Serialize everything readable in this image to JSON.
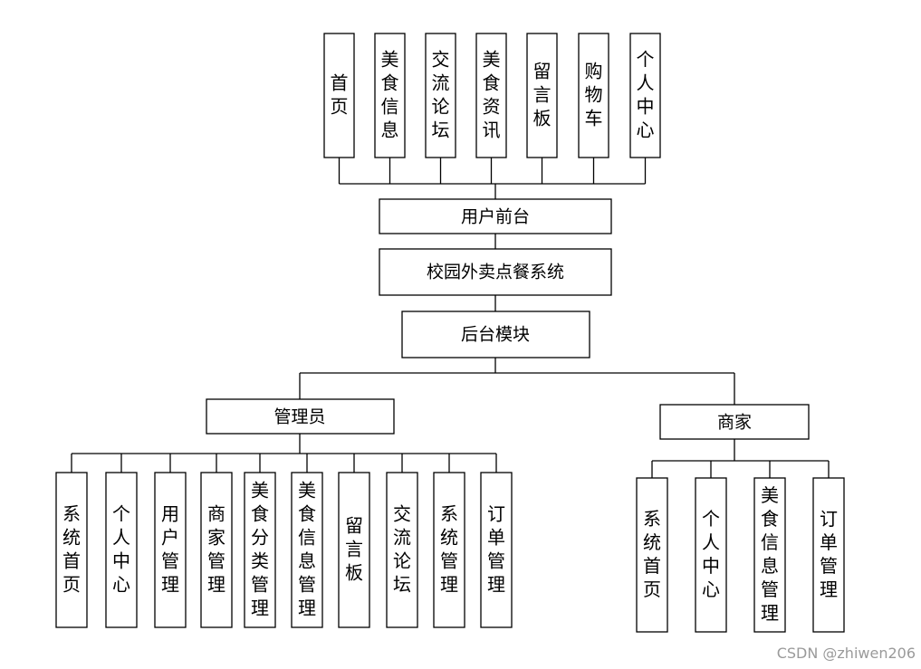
{
  "top_modules": [
    "首页",
    "美食信息",
    "交流论坛",
    "美食资讯",
    "留言板",
    "购物车",
    "个人中心"
  ],
  "user_frontend": "用户前台",
  "system_name": "校园外卖点餐系统",
  "backend": "后台模块",
  "admin": {
    "label": "管理员",
    "modules": [
      "系统首页",
      "个人中心",
      "用户管理",
      "商家管理",
      "美食分类管理",
      "美食信息管理",
      "留言板",
      "交流论坛",
      "系统管理",
      "订单管理"
    ]
  },
  "merchant": {
    "label": "商家",
    "modules": [
      "系统首页",
      "个人中心",
      "美食信息管理",
      "订单管理"
    ]
  },
  "watermark": "CSDN @zhiwen206"
}
